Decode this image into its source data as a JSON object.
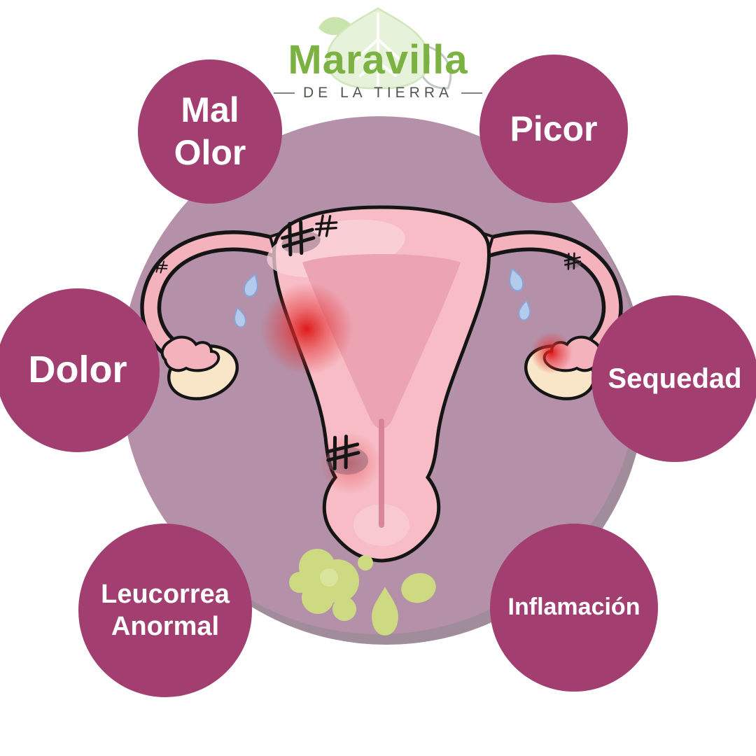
{
  "brand": {
    "name": "Maravilla",
    "tagline": "DE LA TIERRA",
    "logo_icon": "leaf-icon"
  },
  "symptoms": [
    {
      "id": "mal-olor",
      "lines": [
        "Mal",
        "Olor"
      ]
    },
    {
      "id": "picor",
      "lines": [
        "Picor"
      ]
    },
    {
      "id": "dolor",
      "lines": [
        "Dolor"
      ]
    },
    {
      "id": "sequedad",
      "lines": [
        "Sequedad"
      ]
    },
    {
      "id": "leucorrea-anormal",
      "lines": [
        "Leucorrea",
        "Anormal"
      ]
    },
    {
      "id": "inflamacion",
      "lines": [
        "Inflamación"
      ]
    }
  ],
  "illustration": {
    "name": "irritated-uterus-illustration",
    "elements": [
      "uterus-body",
      "uterine-cavity",
      "fallopian-tube-left",
      "fallopian-tube-right",
      "ovary-left",
      "ovary-right",
      "fimbriae",
      "inflammation-spots",
      "scratch-marks",
      "tear-drops",
      "discharge-blobs"
    ]
  },
  "colors": {
    "badge_bg": "#a33f70",
    "badge_text": "#ffffff",
    "backdrop": "#b591a9",
    "backdrop_shadow": "#a18c9c",
    "brand_green": "#7cb243",
    "tagline_gray": "#4e584e",
    "uterus_pink": "#f7bcc5",
    "inflammation_red": "#dd1111",
    "discharge_green": "#cdda82"
  }
}
